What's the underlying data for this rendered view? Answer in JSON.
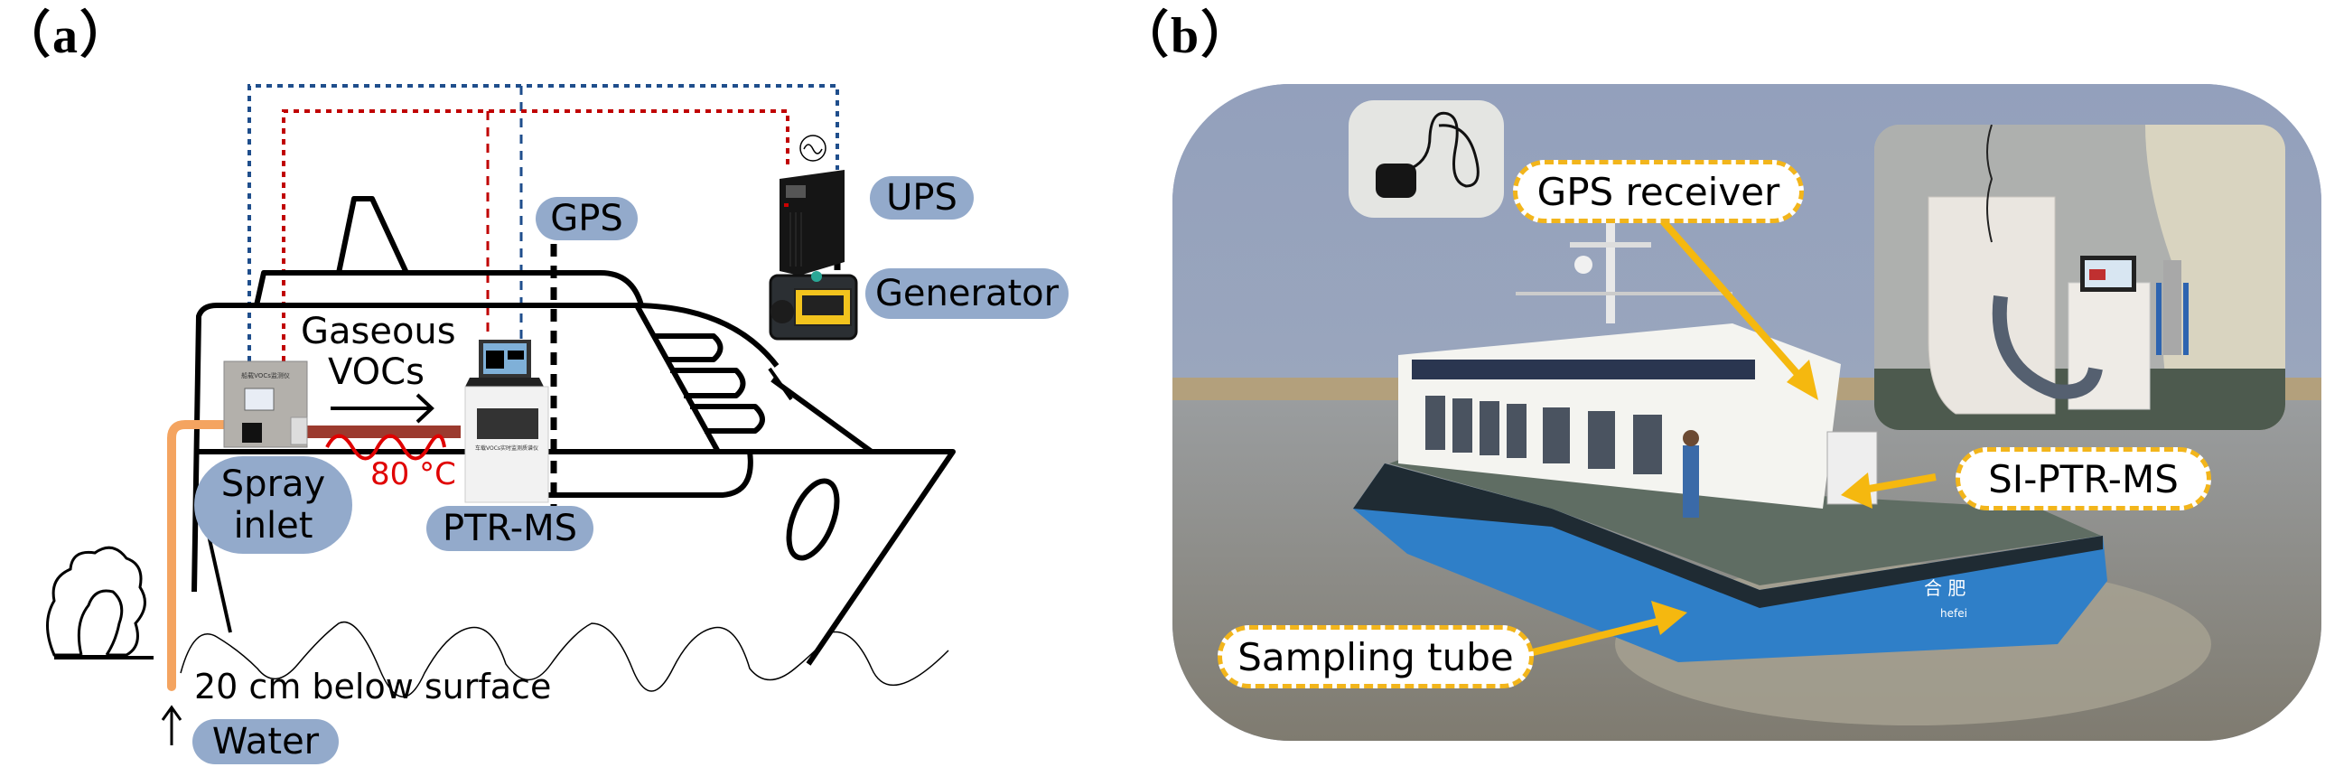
{
  "panels": {
    "a": {
      "label": "（a）"
    },
    "b": {
      "label": "（b）"
    }
  },
  "diagram": {
    "labels": {
      "gps": "GPS",
      "ups": "UPS",
      "generator": "Generator",
      "gaseous_vocs": [
        "Gaseous",
        "VOCs"
      ],
      "spray_inlet": [
        "Spray",
        "inlet"
      ],
      "ptr_ms": "PTR-MS",
      "temperature": "80 °C",
      "depth": "20 cm below surface",
      "water": "Water"
    },
    "device_text": {
      "spray_inlet_device": "船载VOCs监测仪",
      "ptr_ms_device": "车载VOCs实时监测质谱仪"
    },
    "icons": {
      "ac_source": "∿",
      "flow_arrow": "→",
      "water_arrow": "↑"
    },
    "colors": {
      "blue_line": "#1f4e8c",
      "red_line": "#c00000",
      "pill": "#93aacb",
      "sampling_tube": "#f4a460",
      "heated_line": "#9b3a2e",
      "heater": "#e00000"
    }
  },
  "photo": {
    "callouts": {
      "gps_receiver": "GPS receiver",
      "si_ptr_ms": "SI-PTR-MS",
      "sampling_tube": "Sampling tube"
    },
    "boat_text": {
      "hull_chars": "合 肥",
      "hull_pinyin": "hefei"
    },
    "colors": {
      "callout_border": "#f2b51b",
      "arrow": "#f5b80f",
      "sky": "#93a0bc",
      "water": "#8b8b84",
      "hull": "#2f7fc8"
    }
  }
}
